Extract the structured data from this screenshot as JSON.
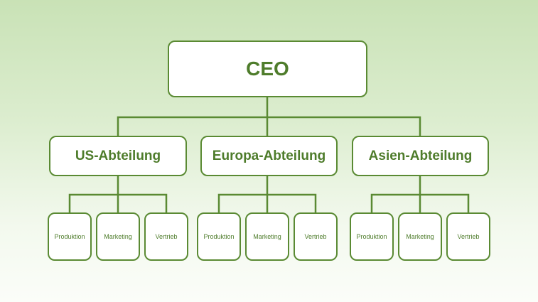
{
  "diagram": {
    "colors": {
      "stroke": "#5a8a33",
      "text": "#4e7c2b",
      "box_fill": "#ffffff"
    },
    "root": {
      "label": "CEO"
    },
    "departments": [
      {
        "label": "US-Abteilung",
        "units": [
          "Produktion",
          "Marketing",
          "Vertrieb"
        ]
      },
      {
        "label": "Europa-Abteilung",
        "units": [
          "Produktion",
          "Marketing",
          "Vertrieb"
        ]
      },
      {
        "label": "Asien-Abteilung",
        "units": [
          "Produktion",
          "Marketing",
          "Vertrieb"
        ]
      }
    ]
  }
}
